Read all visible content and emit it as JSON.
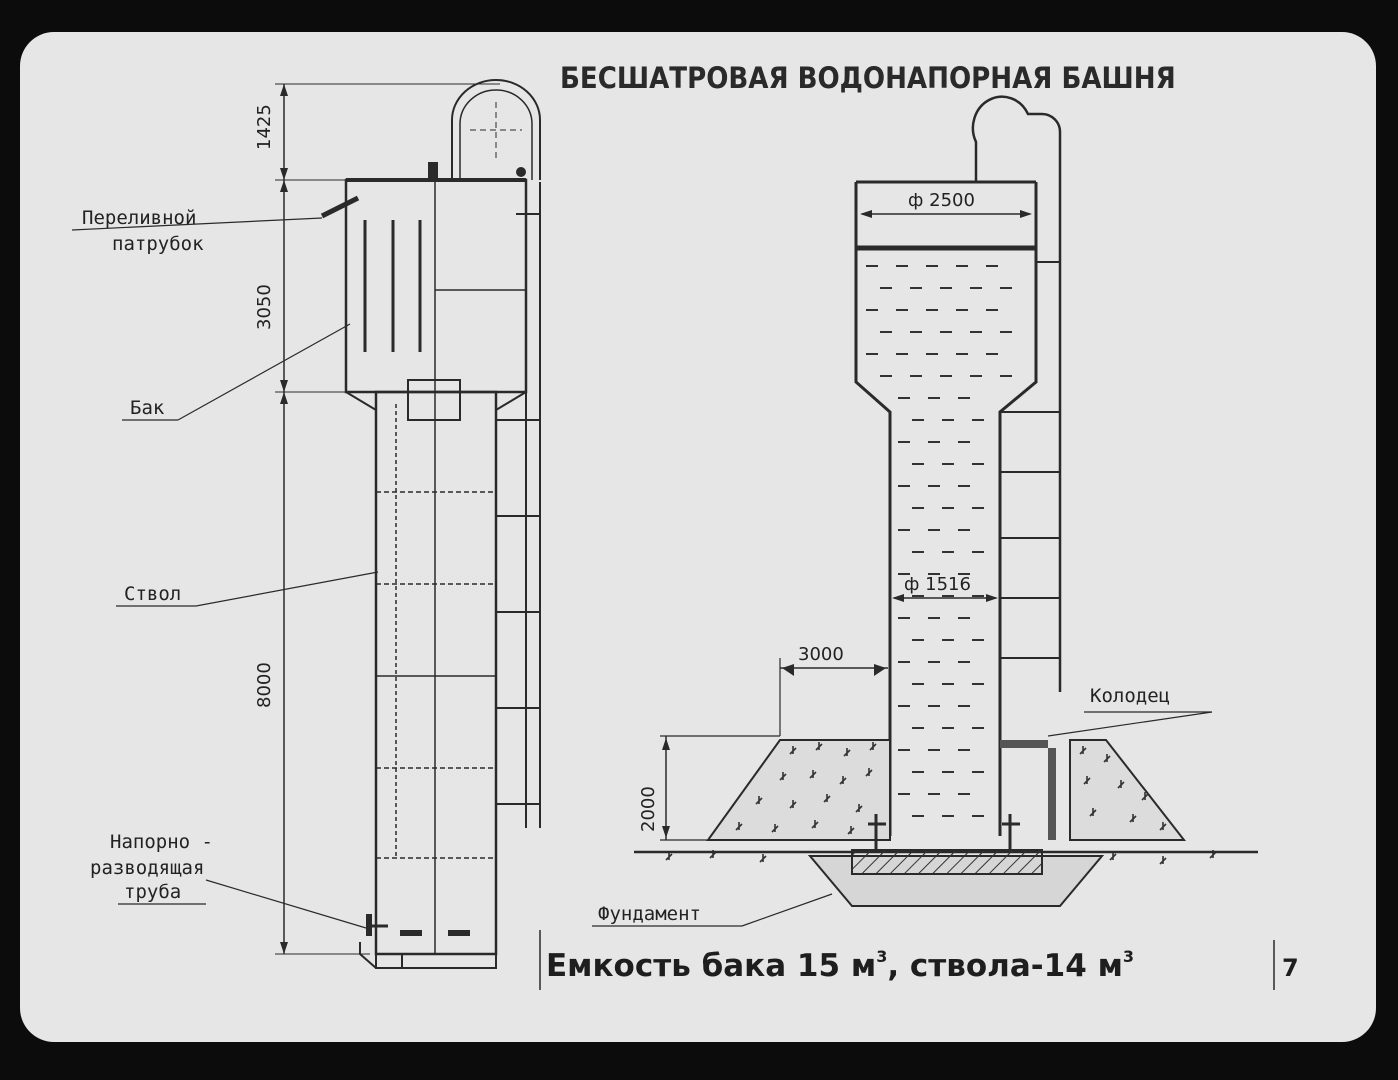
{
  "title": "БЕСШАТРОВАЯ ВОДОНАПОРНАЯ БАШНЯ",
  "labels": {
    "overflow_line1": "Переливной",
    "overflow_line2": "патрубок",
    "tank": "Бак",
    "trunk": "Ствол",
    "pressure_line1": "Напорно -",
    "pressure_line2": "разводящая",
    "pressure_line3": "труба",
    "well": "Колодец",
    "foundation": "Фундамент"
  },
  "dimensions": {
    "d1425": "1425",
    "d3050": "3050",
    "d8000": "8000",
    "d2000": "2000",
    "d3000": "3000",
    "diam_tank": "ф 2500",
    "diam_trunk": "ф 1516"
  },
  "caption": {
    "part1": "Емкость бака 15 м",
    "sup1": "3",
    "part2": ", ствола-14 м",
    "sup2": "3"
  },
  "slide_number": "7"
}
